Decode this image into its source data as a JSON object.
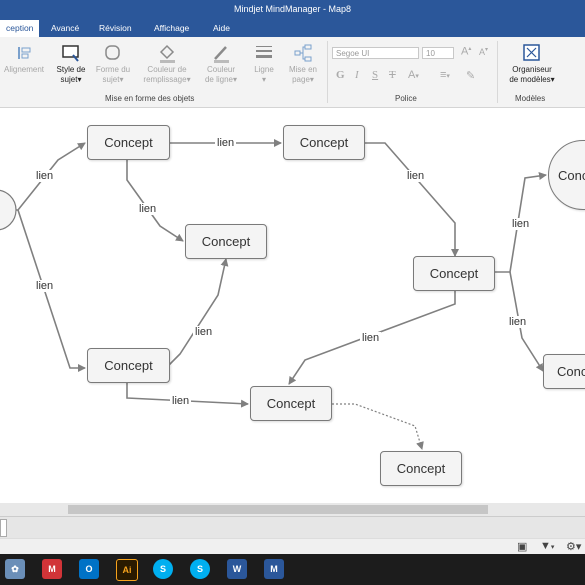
{
  "window": {
    "title": "Mindjet MindManager - Map8"
  },
  "tabs": [
    {
      "label": "ception",
      "active": true
    },
    {
      "label": "Avancé"
    },
    {
      "label": "Révision"
    },
    {
      "label": "Affichage"
    },
    {
      "label": "Aide"
    }
  ],
  "ribbon": {
    "alignement": "Alignement",
    "style_line1": "Style de",
    "style_line2": "sujet",
    "forme_line1": "Forme du",
    "forme_line2": "sujet",
    "remplissage_line1": "Couleur de",
    "remplissage_line2": "remplissage",
    "ligne_color_line1": "Couleur",
    "ligne_color_line2": "de ligne",
    "ligne": "Ligne",
    "miseenpage_line1": "Mise en",
    "miseenpage_line2": "page",
    "group_mise_en_forme": "Mise en forme des objets",
    "font_name": "Segoe UI",
    "font_size": "10",
    "group_police": "Police",
    "organiseur_line1": "Organiseur",
    "organiseur_line2": "de modèles",
    "group_modeles": "Modèles"
  },
  "map": {
    "topics": [
      "Concept",
      "Concept",
      "Concept",
      "Concept",
      "Concept",
      "Concept",
      "Concept",
      "Conc",
      "Conc"
    ],
    "link_label": "lien"
  },
  "taskbar": {
    "icons": [
      "paint-icon",
      "media-icon",
      "outlook-icon",
      "illustrator-icon",
      "skype-icon",
      "skype-icon",
      "word-icon",
      "mindmanager-icon"
    ]
  }
}
